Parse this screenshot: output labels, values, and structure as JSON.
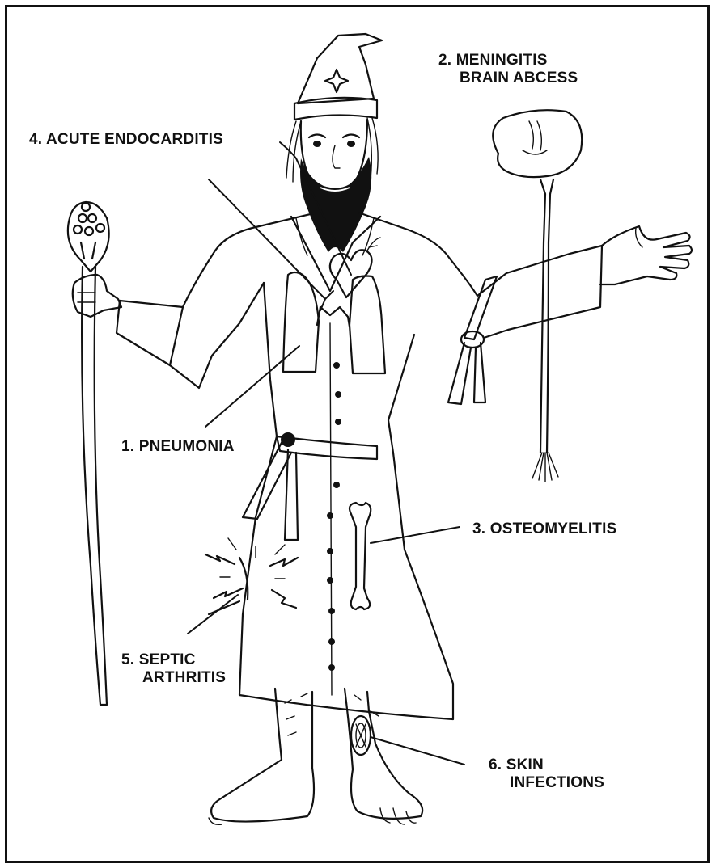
{
  "labels": {
    "meningitis": [
      "2. MENINGITIS",
      "BRAIN ABCESS"
    ],
    "endocarditis": [
      "4. ACUTE ENDOCARDITIS"
    ],
    "pneumonia": [
      "1. PNEUMONIA"
    ],
    "osteomyelitis": [
      "3. OSTEOMYELITIS"
    ],
    "septic_arthritis": [
      "5. SEPTIC",
      "ARTHRITIS"
    ],
    "skin_infections": [
      "6. SKIN",
      "INFECTIONS"
    ]
  },
  "colors": {
    "ink": "#111111",
    "paper": "#ffffff"
  }
}
